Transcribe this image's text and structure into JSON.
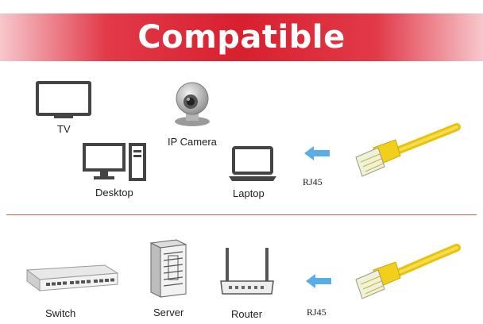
{
  "banner": {
    "title": "Compatible"
  },
  "top_devices": [
    {
      "label": "TV",
      "icon": "tv-icon"
    },
    {
      "label": "IP Camera",
      "icon": "ip-camera-icon"
    },
    {
      "label": "Desktop",
      "icon": "desktop-icon"
    },
    {
      "label": "Laptop",
      "icon": "laptop-icon"
    }
  ],
  "bottom_devices": [
    {
      "label": "Switch",
      "icon": "switch-icon"
    },
    {
      "label": "Server",
      "icon": "server-icon"
    },
    {
      "label": "Router",
      "icon": "router-icon"
    }
  ],
  "connector": {
    "top_label": "RJ45",
    "bottom_label": "RJ45",
    "icon": "rj45-cable-icon",
    "arrow": "arrow-left-icon"
  },
  "colors": {
    "banner": "#d8202f",
    "divider": "#e05a5a",
    "arrow": "#5aaee8",
    "cable": "#f2cf1a"
  }
}
